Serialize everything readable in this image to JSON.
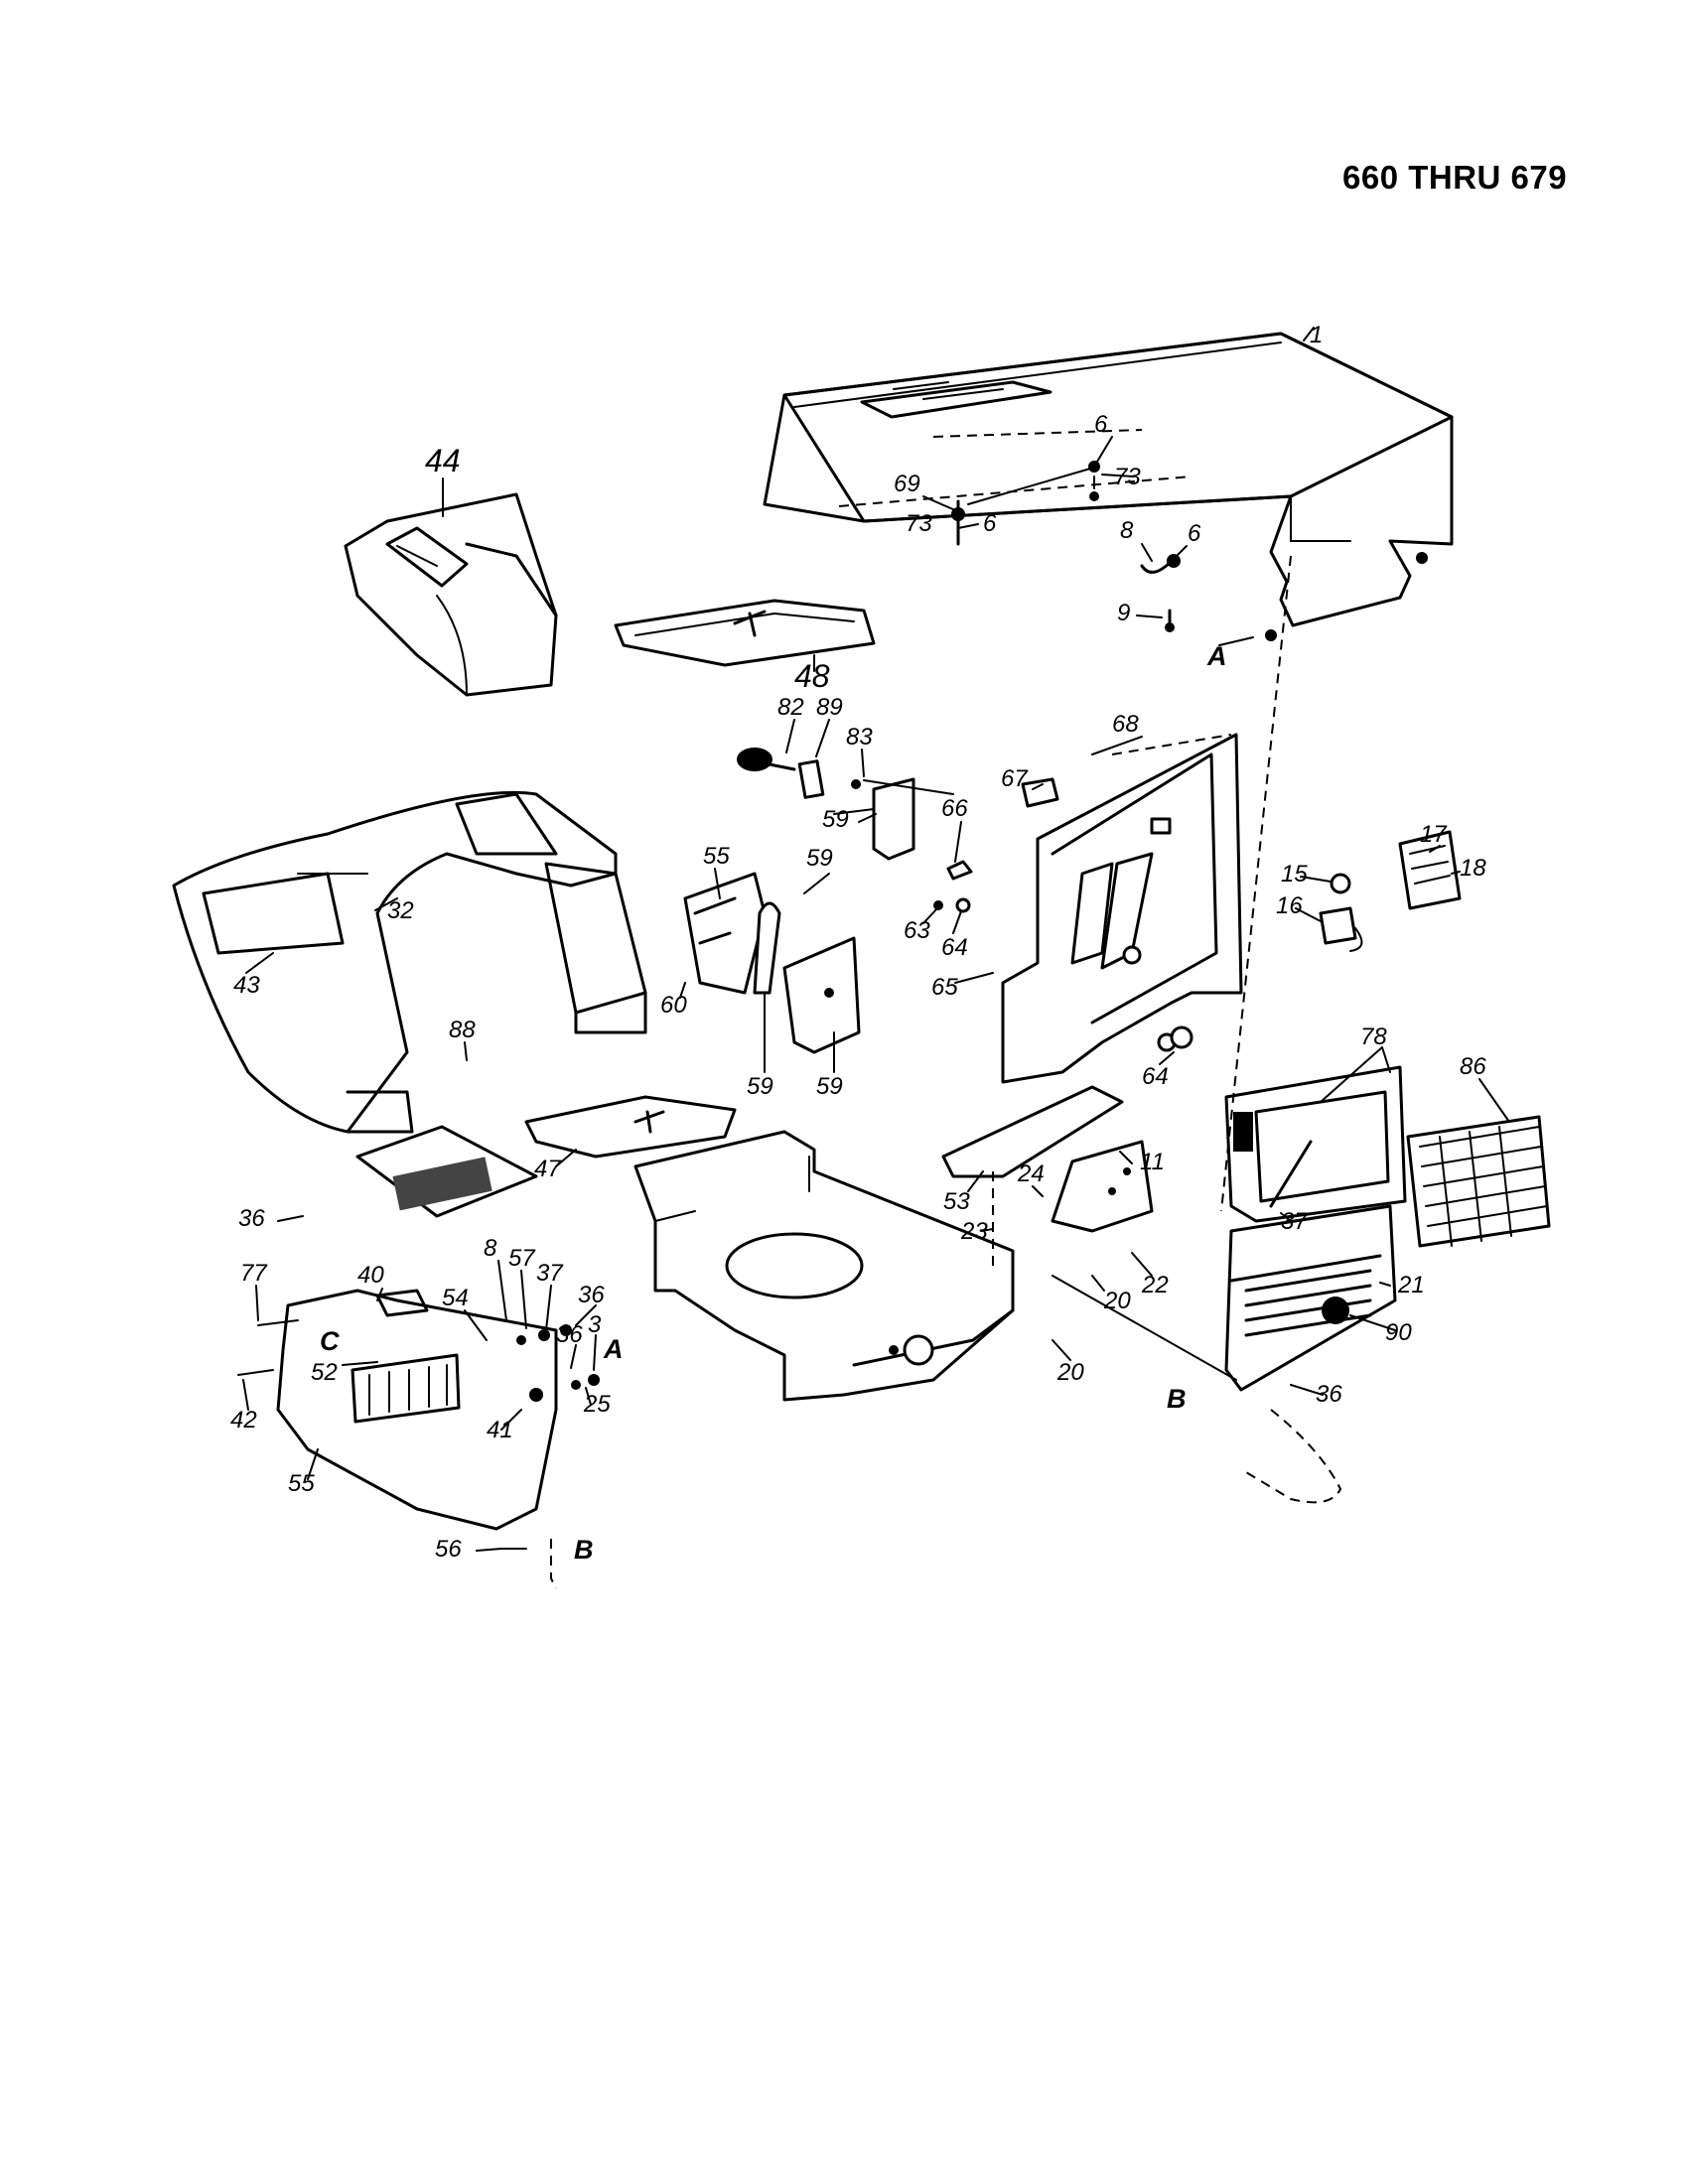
{
  "header": {
    "range_label": "660 THRU 679"
  },
  "callouts": {
    "c1": "1",
    "c6a": "6",
    "c73a": "73",
    "c69": "69",
    "c73b": "73",
    "c6b": "6",
    "c8a": "8",
    "c6c": "6",
    "c9": "9",
    "refA1": "A",
    "c44": "44",
    "c48": "48",
    "c82": "82",
    "c89": "89",
    "c83": "83",
    "c68": "68",
    "c67": "67",
    "c66": "66",
    "c59a": "59",
    "c55a": "55",
    "c59b": "59",
    "c32": "32",
    "c43": "43",
    "c60": "60",
    "c59c": "59",
    "c59d": "59",
    "c63": "63",
    "c64a": "64",
    "c65": "65",
    "c15": "15",
    "c17": "17",
    "c18": "18",
    "c16": "16",
    "c64b": "64",
    "c11": "11",
    "c88": "88",
    "c78": "78",
    "c86": "86",
    "c47": "47",
    "c53": "53",
    "c24": "24",
    "c23": "23",
    "c37a": "37",
    "c22": "22",
    "c36a": "36",
    "c20a": "20",
    "c21": "21",
    "c20b": "20",
    "c90": "90",
    "c77": "77",
    "c40": "40",
    "c8b": "8",
    "c57": "57",
    "c37b": "37",
    "c36b": "36",
    "c54": "54",
    "c36c": "36",
    "c3": "3",
    "refA2": "A",
    "refC1": "C",
    "c52": "52",
    "c25": "25",
    "c42": "42",
    "c41": "41",
    "refB1": "B",
    "c36d": "36",
    "c55b": "55",
    "c56": "56",
    "refB2": "B"
  }
}
